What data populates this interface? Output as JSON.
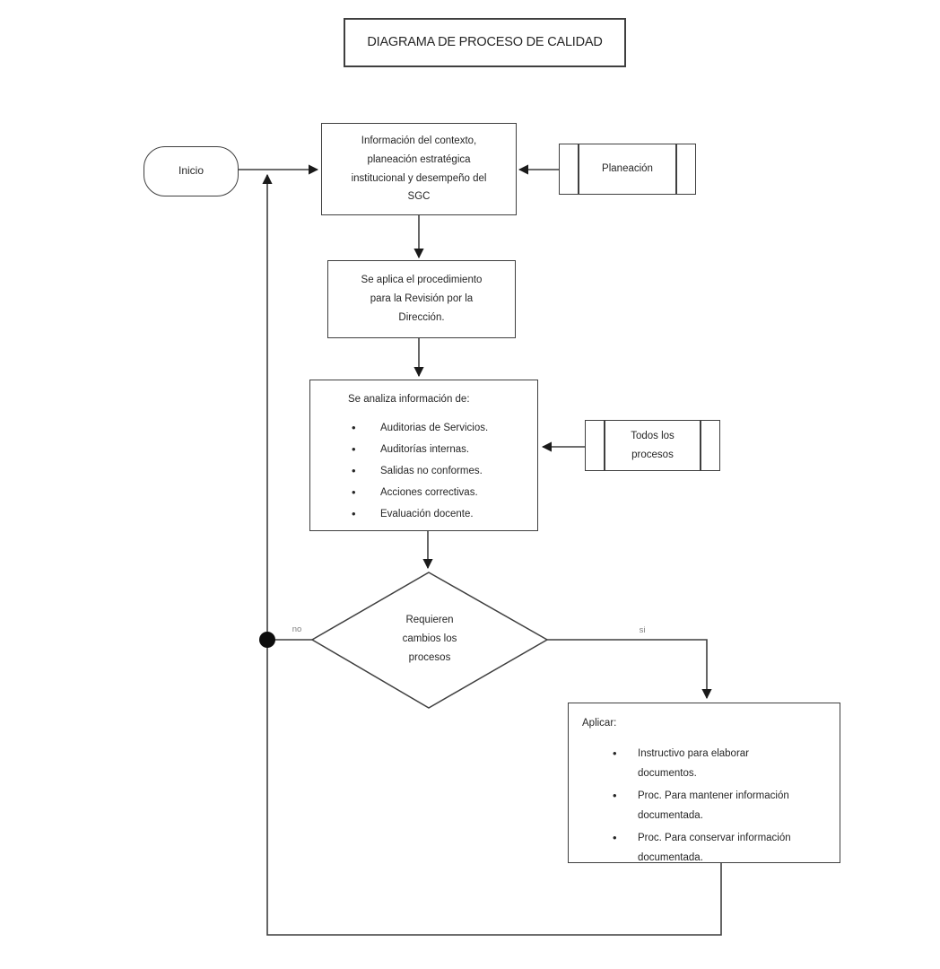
{
  "title": "DIAGRAMA DE PROCESO DE CALIDAD",
  "nodes": {
    "start": {
      "label": "Inicio"
    },
    "context": {
      "text": "Información del contexto, planeación estratégica institucional y desempeño del SGC"
    },
    "planeacion": {
      "label": "Planeación"
    },
    "revision": {
      "text": "Se aplica el procedimiento para la Revisión por la Dirección."
    },
    "analiza": {
      "heading": "Se analiza información de:",
      "items": [
        "Auditorias de Servicios.",
        "Auditorías internas.",
        "Salidas no conformes.",
        "Acciones correctivas.",
        "Evaluación docente."
      ]
    },
    "todos": {
      "label": "Todos los procesos"
    },
    "decision": {
      "text": "Requieren cambios los procesos"
    },
    "aplicar": {
      "heading": "Aplicar:",
      "items": [
        "Instructivo para elaborar documentos.",
        "Proc. Para mantener información documentada.",
        "Proc. Para conservar información documentada."
      ]
    }
  },
  "edge_labels": {
    "no": "no",
    "si": "si"
  },
  "colors": {
    "line": "#3f3f3f",
    "arrow": "#1a1a1a",
    "text": "#262626",
    "edge_label": "#7f7f7f",
    "background": "#ffffff"
  }
}
